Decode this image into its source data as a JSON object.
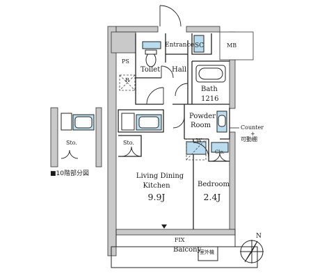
{
  "rooms": {
    "entrance": "Entrance",
    "sc": "SC",
    "mb": "MB",
    "ps": "PS",
    "toilet": "Toilet",
    "hall": "Hall",
    "r": "R",
    "bath": "Bath",
    "bath_size": "1216",
    "powder_room_line1": "Powder",
    "powder_room_line2": "Room",
    "washer": "W",
    "closet": "Clo.",
    "storage": "Sto.",
    "storage_detail": "Sto.",
    "living_line1": "Living Dining",
    "living_line2": "Kitchen",
    "living_size": "9.9J",
    "bedroom": "Bedroom",
    "bedroom_size": "2.4J",
    "balcony": "Balcony",
    "fix": "FIX"
  },
  "annotations": {
    "counter": "Counter",
    "plus": "+",
    "movable_shelf": "可動棚",
    "balcony_ac": "室外機",
    "floor_note": "■10階部分図"
  },
  "compass": {
    "north": "N"
  },
  "colors": {
    "wall": "#c9c9c9",
    "line": "#222222",
    "fixture": "#b9dcef"
  }
}
